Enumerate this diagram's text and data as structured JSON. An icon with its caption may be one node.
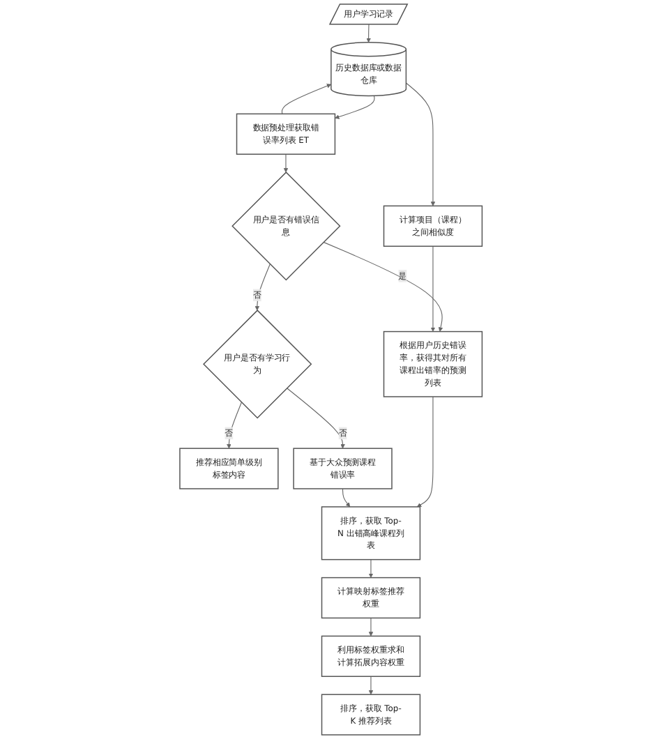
{
  "diagram": {
    "nodes": [
      {
        "text": [
          "用户学习记录"
        ]
      },
      {
        "text": [
          "数据预处理获取错误率列表 ET"
        ]
      },
      {
        "text": [
          "历史数据库或数据仓库"
        ]
      },
      {
        "text": [
          "计算项目（课程）之间相似度"
        ]
      },
      {
        "text": [
          "用户是否有错误信息"
        ]
      },
      {
        "text": [
          "根据用户历史错误率，获得其对所有课程出错率的预测列表"
        ]
      },
      {
        "text": [
          "用户是否有学习行为"
        ]
      },
      {
        "text": [
          "推荐相应简单级别标签内容"
        ]
      },
      {
        "text": [
          "基于大众预测课程错误率"
        ]
      },
      {
        "text": [
          "排序，获取 Top-N 出错高峰课程列表"
        ]
      },
      {
        "text": [
          "计算映射标签推荐权重"
        ]
      },
      {
        "text": [
          "利用标签权重求和计算拓展内容权重"
        ]
      },
      {
        "text": [
          "排序，获取 Top-K 推荐列表"
        ]
      }
    ],
    "edges": [
      {
        "from": 0,
        "to": 2,
        "arrow": "to"
      },
      {
        "from": 1,
        "to": 2,
        "arrow": "to"
      },
      {
        "from": 2,
        "to": 1,
        "arrow": "to"
      },
      {
        "from": 2,
        "to": 3,
        "arrow": "to"
      },
      {
        "from": 1,
        "to": 4,
        "arrow": "to"
      },
      {
        "from": 4,
        "to": 5,
        "arrow": "to",
        "label": "是"
      },
      {
        "from": 3,
        "to": 5,
        "arrow": "to"
      },
      {
        "from": 4,
        "to": 6,
        "arrow": "to",
        "label": "否"
      },
      {
        "from": 6,
        "to": 7,
        "arrow": "to",
        "label": "否"
      },
      {
        "from": 6,
        "to": 8,
        "arrow": "to",
        "label": "否"
      },
      {
        "from": 5,
        "to": 9,
        "arrow": "to"
      },
      {
        "from": 8,
        "to": 9,
        "arrow": "to"
      },
      {
        "from": 9,
        "to": 10,
        "arrow": "to"
      },
      {
        "from": 10,
        "to": 11,
        "arrow": "to"
      },
      {
        "from": 11,
        "to": 12,
        "arrow": "to"
      }
    ]
  }
}
